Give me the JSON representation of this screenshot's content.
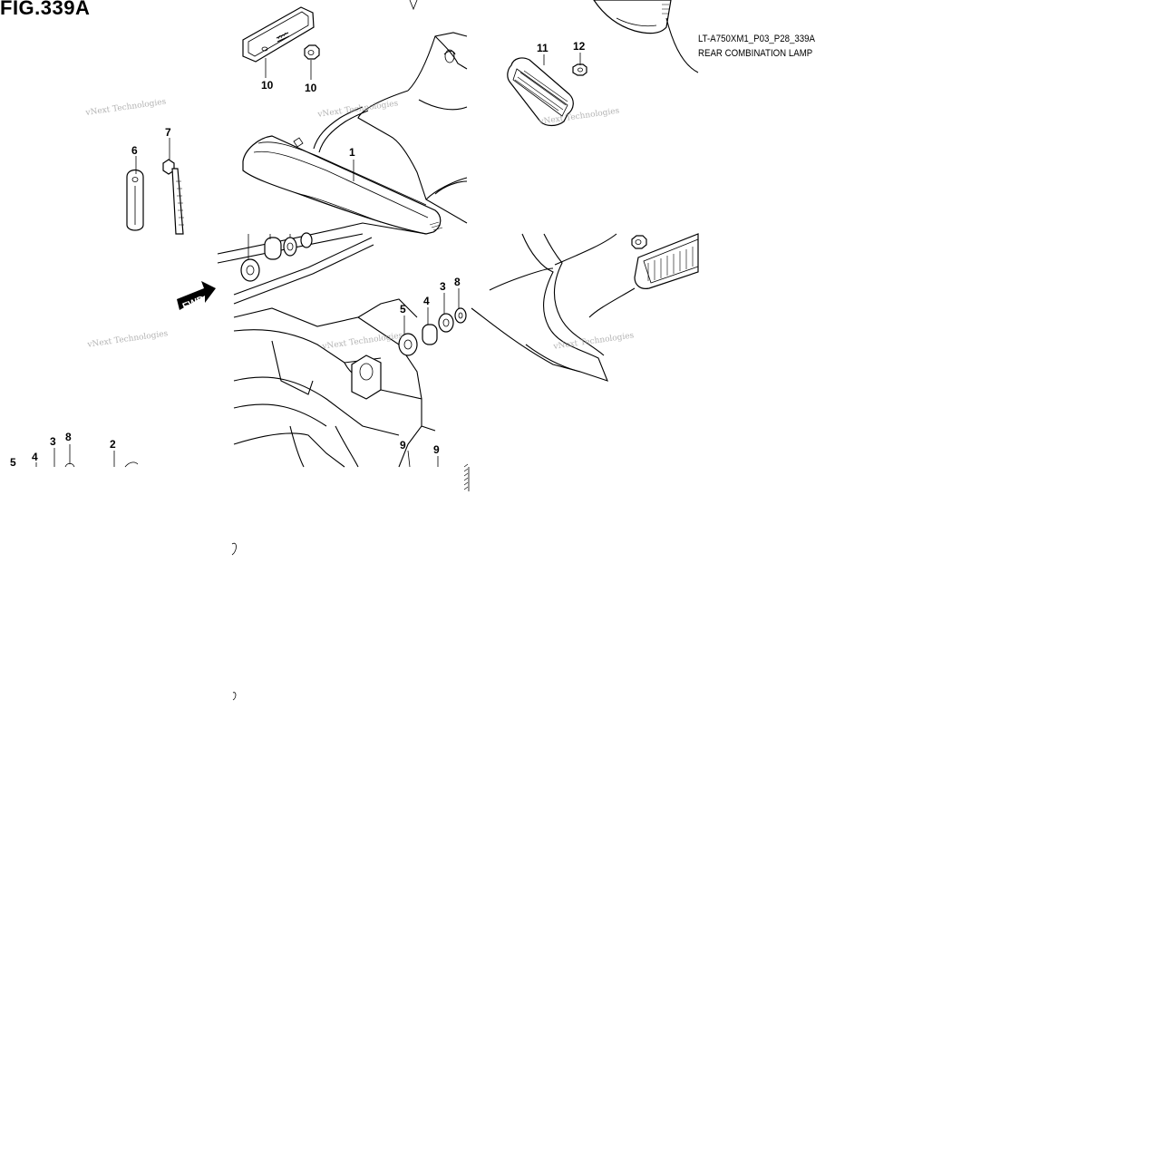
{
  "figure": {
    "title": "FIG.339A",
    "code": "LT-A750XM1_P03_P28_339A",
    "caption": "REAR COMBINATION LAMP",
    "fwd_label": "FWD",
    "watermark": "vNext Technologies"
  },
  "callouts": [
    {
      "id": "c1",
      "label": "1"
    },
    {
      "id": "c2",
      "label": "2"
    },
    {
      "id": "c3a",
      "label": "3"
    },
    {
      "id": "c3b",
      "label": "3"
    },
    {
      "id": "c4a",
      "label": "4"
    },
    {
      "id": "c4b",
      "label": "4"
    },
    {
      "id": "c5a",
      "label": "5"
    },
    {
      "id": "c5b",
      "label": "5"
    },
    {
      "id": "c6",
      "label": "6"
    },
    {
      "id": "c7",
      "label": "7"
    },
    {
      "id": "c8a",
      "label": "8"
    },
    {
      "id": "c8b",
      "label": "8"
    },
    {
      "id": "c9a",
      "label": "9"
    },
    {
      "id": "c9b",
      "label": "9"
    },
    {
      "id": "c10a",
      "label": "10"
    },
    {
      "id": "c10b",
      "label": "10"
    },
    {
      "id": "c11",
      "label": "11"
    },
    {
      "id": "c12",
      "label": "12"
    }
  ]
}
